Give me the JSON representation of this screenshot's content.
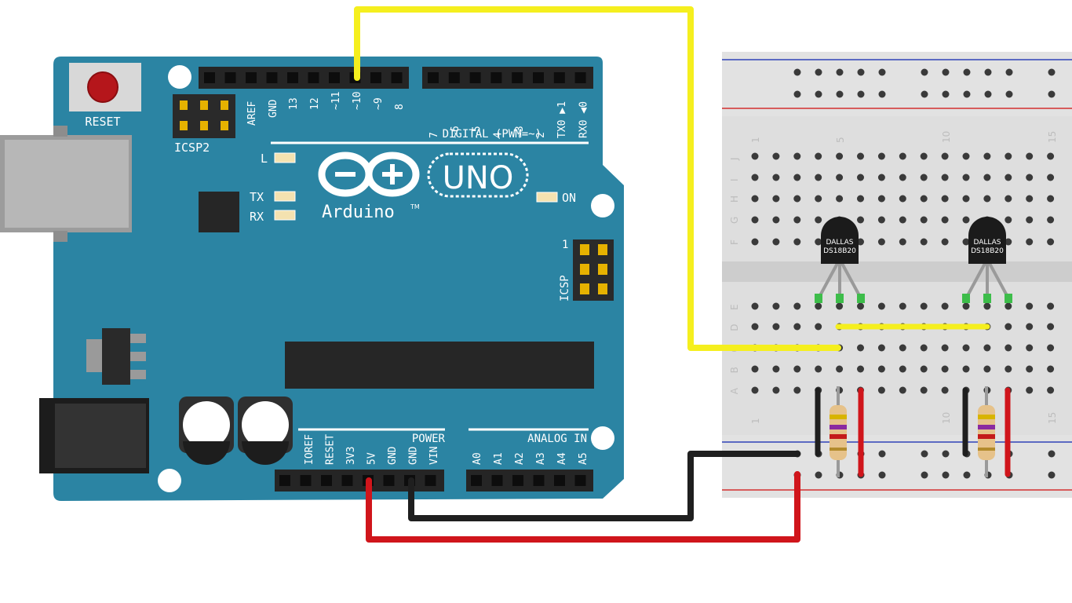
{
  "board": {
    "reset": "RESET",
    "icsp2": "ICSP2",
    "icsp": "ICSP",
    "icsp_pin1": "1",
    "aref": "AREF",
    "gnd": "GND",
    "digital_pins_high": [
      "13",
      "12",
      "~11",
      "~10",
      "~9",
      "8"
    ],
    "digital_pins_low": [
      "7",
      "~6",
      "~5",
      "4",
      "~3",
      "2",
      "TX0 ▶1",
      "RX0 ◀0"
    ],
    "digital_label": "DIGITAL (PWM=~)",
    "led_l": "L",
    "led_tx": "TX",
    "led_rx": "RX",
    "led_on": "ON",
    "brand": "Arduino",
    "brand_tm": "TM",
    "model": "UNO",
    "power_label": "POWER",
    "analog_label": "ANALOG IN",
    "power_pins": [
      "IOREF",
      "RESET",
      "3V3",
      "5V",
      "GND",
      "GND",
      "VIN"
    ],
    "analog_pins": [
      "A0",
      "A1",
      "A2",
      "A3",
      "A4",
      "A5"
    ]
  },
  "breadboard": {
    "row_letters_top": [
      "J",
      "I",
      "H",
      "G",
      "F"
    ],
    "row_letters_bottom": [
      "E",
      "D",
      "C",
      "B",
      "A"
    ],
    "col_numbers": [
      "1",
      "5",
      "10",
      "15"
    ]
  },
  "sensors": [
    {
      "line1": "DALLAS",
      "line2": "DS18B20"
    },
    {
      "line1": "DALLAS",
      "line2": "DS18B20"
    }
  ],
  "colors": {
    "board": "#2b84a3",
    "board_text": "#ffffff",
    "header": "#252525",
    "wire_yellow": "#f5ef1e",
    "wire_black": "#1f1f1f",
    "wire_red": "#d0151b",
    "breadboard": "#dedede",
    "rail_red": "#d33030",
    "rail_blue": "#2f43b8",
    "pin_green": "#3dbd4a"
  }
}
